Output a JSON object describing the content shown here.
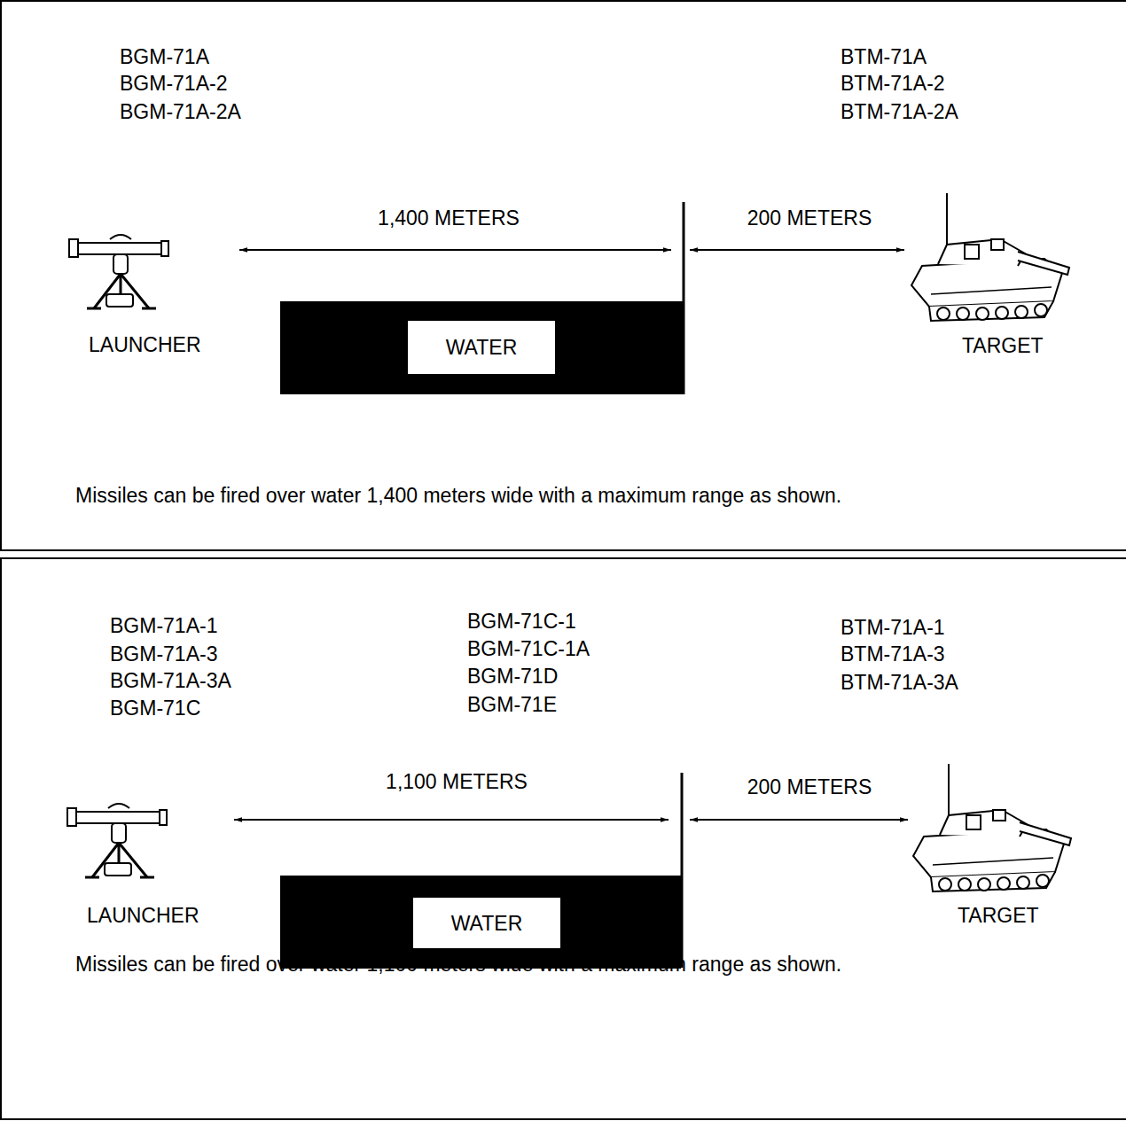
{
  "diagram": {
    "nodes": [
      {
        "text": [
          "WATER"
        ]
      },
      {
        "text": [
          "WATER"
        ]
      }
    ],
    "labels": [
      "BGM-71A",
      "BGM-71A-2",
      "BGM-71A-2A",
      "BTM-71A",
      "BTM-71A-2",
      "BTM-71A-2A",
      "1,400 METERS",
      "200 METERS",
      "LAUNCHER",
      "TARGET",
      "Missiles can be fired over water 1,400 meters wide with a maximum range as shown.",
      "BGM-71A-1",
      "BGM-71A-3",
      "BGM-71A-3A",
      "BGM-71C",
      "BGM-71C-1",
      "BGM-71C-1A",
      "BGM-71D",
      "BGM-71E",
      "BTM-71A-1",
      "BTM-71A-3",
      "BTM-71A-3A",
      "1,100 METERS",
      "200 METERS",
      "LAUNCHER",
      "TARGET",
      "Missiles can be fired over water 1,100 meters wide with a maximum range as shown."
    ]
  }
}
